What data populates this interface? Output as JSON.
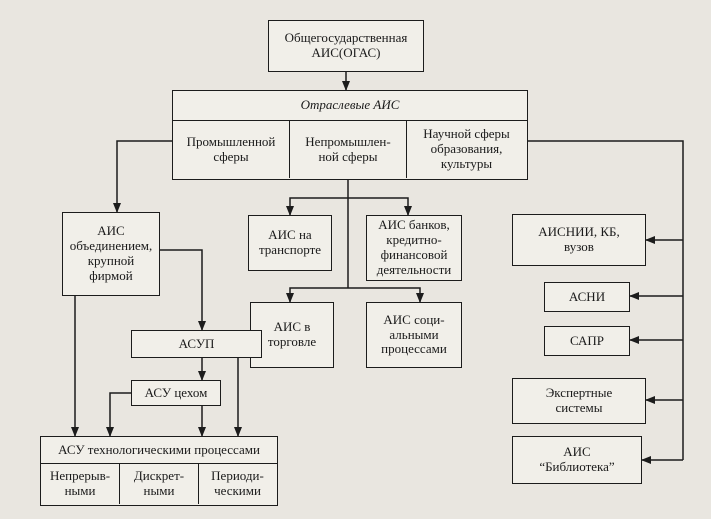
{
  "diagram": {
    "ogas": "Общегосударственная\nАИС(ОГАС)",
    "sectoral": {
      "title": "Отраслевые АИС",
      "col1": "Промышленной\nсферы",
      "col2": "Непромышлен-\nной сферы",
      "col3": "Научной сферы\nобразования,\nкультуры"
    },
    "ais_enterprise": "АИС\nобъединением,\nкрупной\nфирмой",
    "ais_transport": "АИС на\nтранспорте",
    "ais_banks": "АИС банков,\nкредитно-\nфинансовой\nдеятельности",
    "ais_trade": "АИС в\nторговле",
    "ais_social": "АИС соци-\nальными\nпроцессами",
    "asup": "АСУП",
    "asu_shop": "АСУ цехом",
    "asutp": {
      "title": "АСУ технологическими процессами",
      "col1": "Непрерыв-\nными",
      "col2": "Дискрет-\nными",
      "col3": "Периоди-\nческими"
    },
    "ais_nii": "АИСНИИ, КБ,\nвузов",
    "asni": "АСНИ",
    "sapr": "САПР",
    "expert": "Экспертные\nсистемы",
    "library": "АИС\n“Библиотека”"
  }
}
